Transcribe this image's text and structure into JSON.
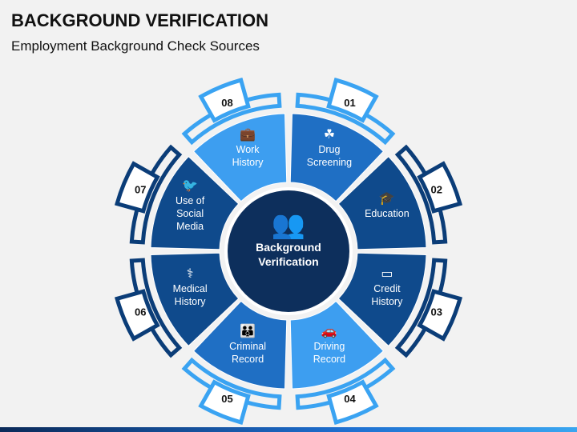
{
  "title": "BACKGROUND VERIFICATION",
  "subtitle": "Employment Background Check Sources",
  "center": {
    "line1": "Background",
    "line2": "Verification",
    "icon": "people-group-icon"
  },
  "colors": {
    "dark": "#0f4a8c",
    "medium": "#1f6fc4",
    "light": "#3d9ef0",
    "center": "#0d2f5c",
    "outline_dark": "#0b3d78",
    "outline_light": "#3aa3f2"
  },
  "segments": [
    {
      "number": "01",
      "lines": [
        "Drug",
        "Screening"
      ],
      "icon": "plant-icon",
      "color": "medium"
    },
    {
      "number": "02",
      "lines": [
        "Education"
      ],
      "icon": "graduation-cap-icon",
      "color": "dark"
    },
    {
      "number": "03",
      "lines": [
        "Credit",
        "History"
      ],
      "icon": "credit-card-icon",
      "color": "dark"
    },
    {
      "number": "04",
      "lines": [
        "Driving",
        "Record"
      ],
      "icon": "car-icon",
      "color": "light"
    },
    {
      "number": "05",
      "lines": [
        "Criminal",
        "Record"
      ],
      "icon": "handcuffed-people-icon",
      "color": "medium"
    },
    {
      "number": "06",
      "lines": [
        "Medical",
        "History"
      ],
      "icon": "caduceus-icon",
      "color": "dark"
    },
    {
      "number": "07",
      "lines": [
        "Use of",
        "Social",
        "Media"
      ],
      "icon": "twitter-bird-icon",
      "color": "dark"
    },
    {
      "number": "08",
      "lines": [
        "Work",
        "History"
      ],
      "icon": "briefcase-icon",
      "color": "light"
    }
  ]
}
